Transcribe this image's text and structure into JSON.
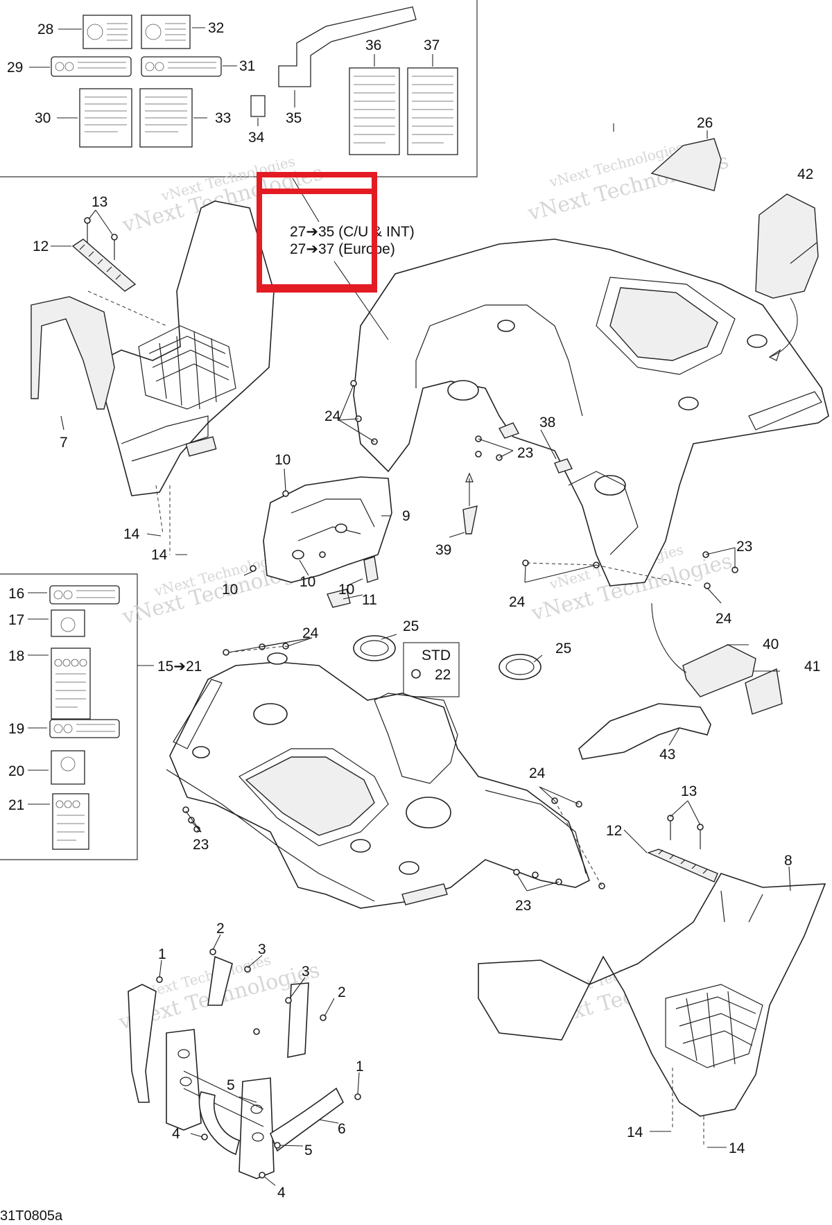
{
  "diagram": {
    "watermark": "vNext Technologies",
    "drawing_code": "31T0805a",
    "callout": {
      "line1": "27➔35 (C/U & INT)",
      "line2": "27➔37 (Europe)"
    },
    "decal_range": "15➔21",
    "std_box_label": "STD",
    "highlight_color": "#e31b23",
    "labels": {
      "p1": "1",
      "p2": "2",
      "p3": "3",
      "p4": "4",
      "p5": "5",
      "p6": "6",
      "p7": "7",
      "p8": "8",
      "p9": "9",
      "p10": "10",
      "p11": "11",
      "p12": "12",
      "p13": "13",
      "p14": "14",
      "p16": "16",
      "p17": "17",
      "p18": "18",
      "p19": "19",
      "p20": "20",
      "p21": "21",
      "p22": "22",
      "p23": "23",
      "p24": "24",
      "p25": "25",
      "p26": "26",
      "p28": "28",
      "p29": "29",
      "p30": "30",
      "p31": "31",
      "p32": "32",
      "p33": "33",
      "p34": "34",
      "p35": "35",
      "p36": "36",
      "p37": "37",
      "p38": "38",
      "p39": "39",
      "p40": "40",
      "p41": "41",
      "p42": "42",
      "p43": "43"
    }
  }
}
